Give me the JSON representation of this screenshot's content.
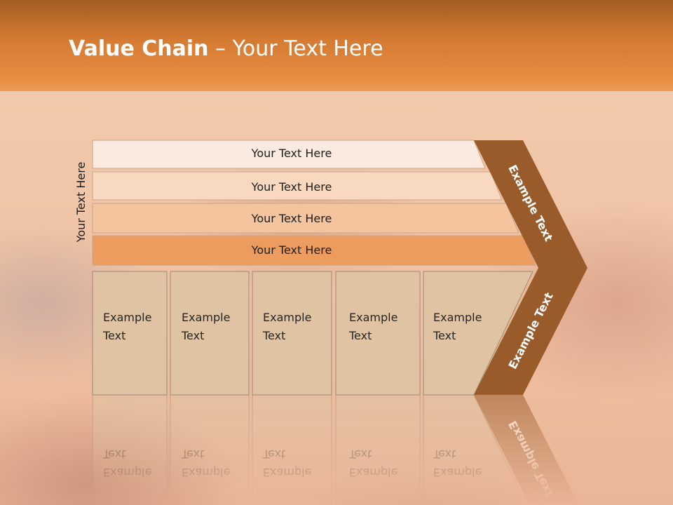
{
  "title": {
    "bold": "Value Chain",
    "rest": " – Your Text Here"
  },
  "side_label": "Your Text Here",
  "bars": [
    {
      "label": "Your Text Here",
      "color": "#fbeadf"
    },
    {
      "label": "Your Text Here",
      "color": "#f8d8bf"
    },
    {
      "label": "Your Text Here",
      "color": "#f3c49d"
    },
    {
      "label": "Your Text Here",
      "color": "#ec9c5f"
    }
  ],
  "boxes": [
    {
      "line1": "Example",
      "line2": "Text"
    },
    {
      "line1": "Example",
      "line2": "Text"
    },
    {
      "line1": "Example",
      "line2": "Text"
    },
    {
      "line1": "Example",
      "line2": "Text"
    },
    {
      "line1": "Example",
      "line2": "Text"
    }
  ],
  "chevron": {
    "upper_label": "Example Text",
    "lower_label": "Example Text",
    "color": "#9a5b2b"
  },
  "colors": {
    "box_fill": "#e0c3a3",
    "box_stroke": "#9c8a78",
    "header_orange": "#e88c40"
  }
}
